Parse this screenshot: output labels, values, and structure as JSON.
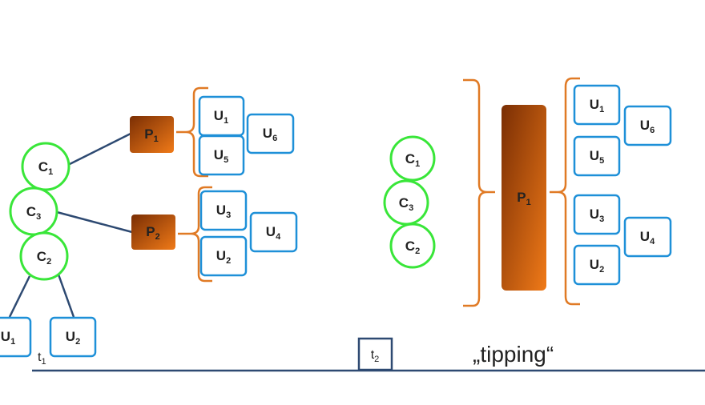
{
  "colors": {
    "circle_stroke": "#39e639",
    "box_stroke": "#1e90d8",
    "bracket": "#e07a25",
    "link": "#2e4a72",
    "timeline": "#2e4a72",
    "p_fill_dark": "#7a2e04",
    "p_fill_light": "#f07a18"
  },
  "left_diagram": {
    "c1": {
      "base": "C",
      "sub": "1"
    },
    "c3": {
      "base": "C",
      "sub": "3"
    },
    "c2": {
      "base": "C",
      "sub": "2"
    },
    "p1": {
      "base": "P",
      "sub": "1"
    },
    "p2": {
      "base": "P",
      "sub": "2"
    },
    "p1_users": [
      {
        "base": "U",
        "sub": "1"
      },
      {
        "base": "U",
        "sub": "5"
      }
    ],
    "p1_extra": {
      "base": "U",
      "sub": "6"
    },
    "p2_users": [
      {
        "base": "U",
        "sub": "3"
      },
      {
        "base": "U",
        "sub": "2"
      }
    ],
    "p2_extra": {
      "base": "U",
      "sub": "4"
    },
    "c2_users": [
      {
        "base": "U",
        "sub": "1"
      },
      {
        "base": "U",
        "sub": "2"
      }
    ]
  },
  "right_diagram": {
    "c1": {
      "base": "C",
      "sub": "1"
    },
    "c3": {
      "base": "C",
      "sub": "3"
    },
    "c2": {
      "base": "C",
      "sub": "2"
    },
    "p1": {
      "base": "P",
      "sub": "1"
    },
    "top_users": [
      {
        "base": "U",
        "sub": "1"
      },
      {
        "base": "U",
        "sub": "5"
      }
    ],
    "top_extra": {
      "base": "U",
      "sub": "6"
    },
    "bottom_users": [
      {
        "base": "U",
        "sub": "3"
      },
      {
        "base": "U",
        "sub": "2"
      }
    ],
    "bottom_extra": {
      "base": "U",
      "sub": "4"
    }
  },
  "timeline": {
    "t1": {
      "base": "t",
      "sub": "1"
    },
    "t2": {
      "base": "t",
      "sub": "2"
    },
    "caption": "„tipping“"
  }
}
